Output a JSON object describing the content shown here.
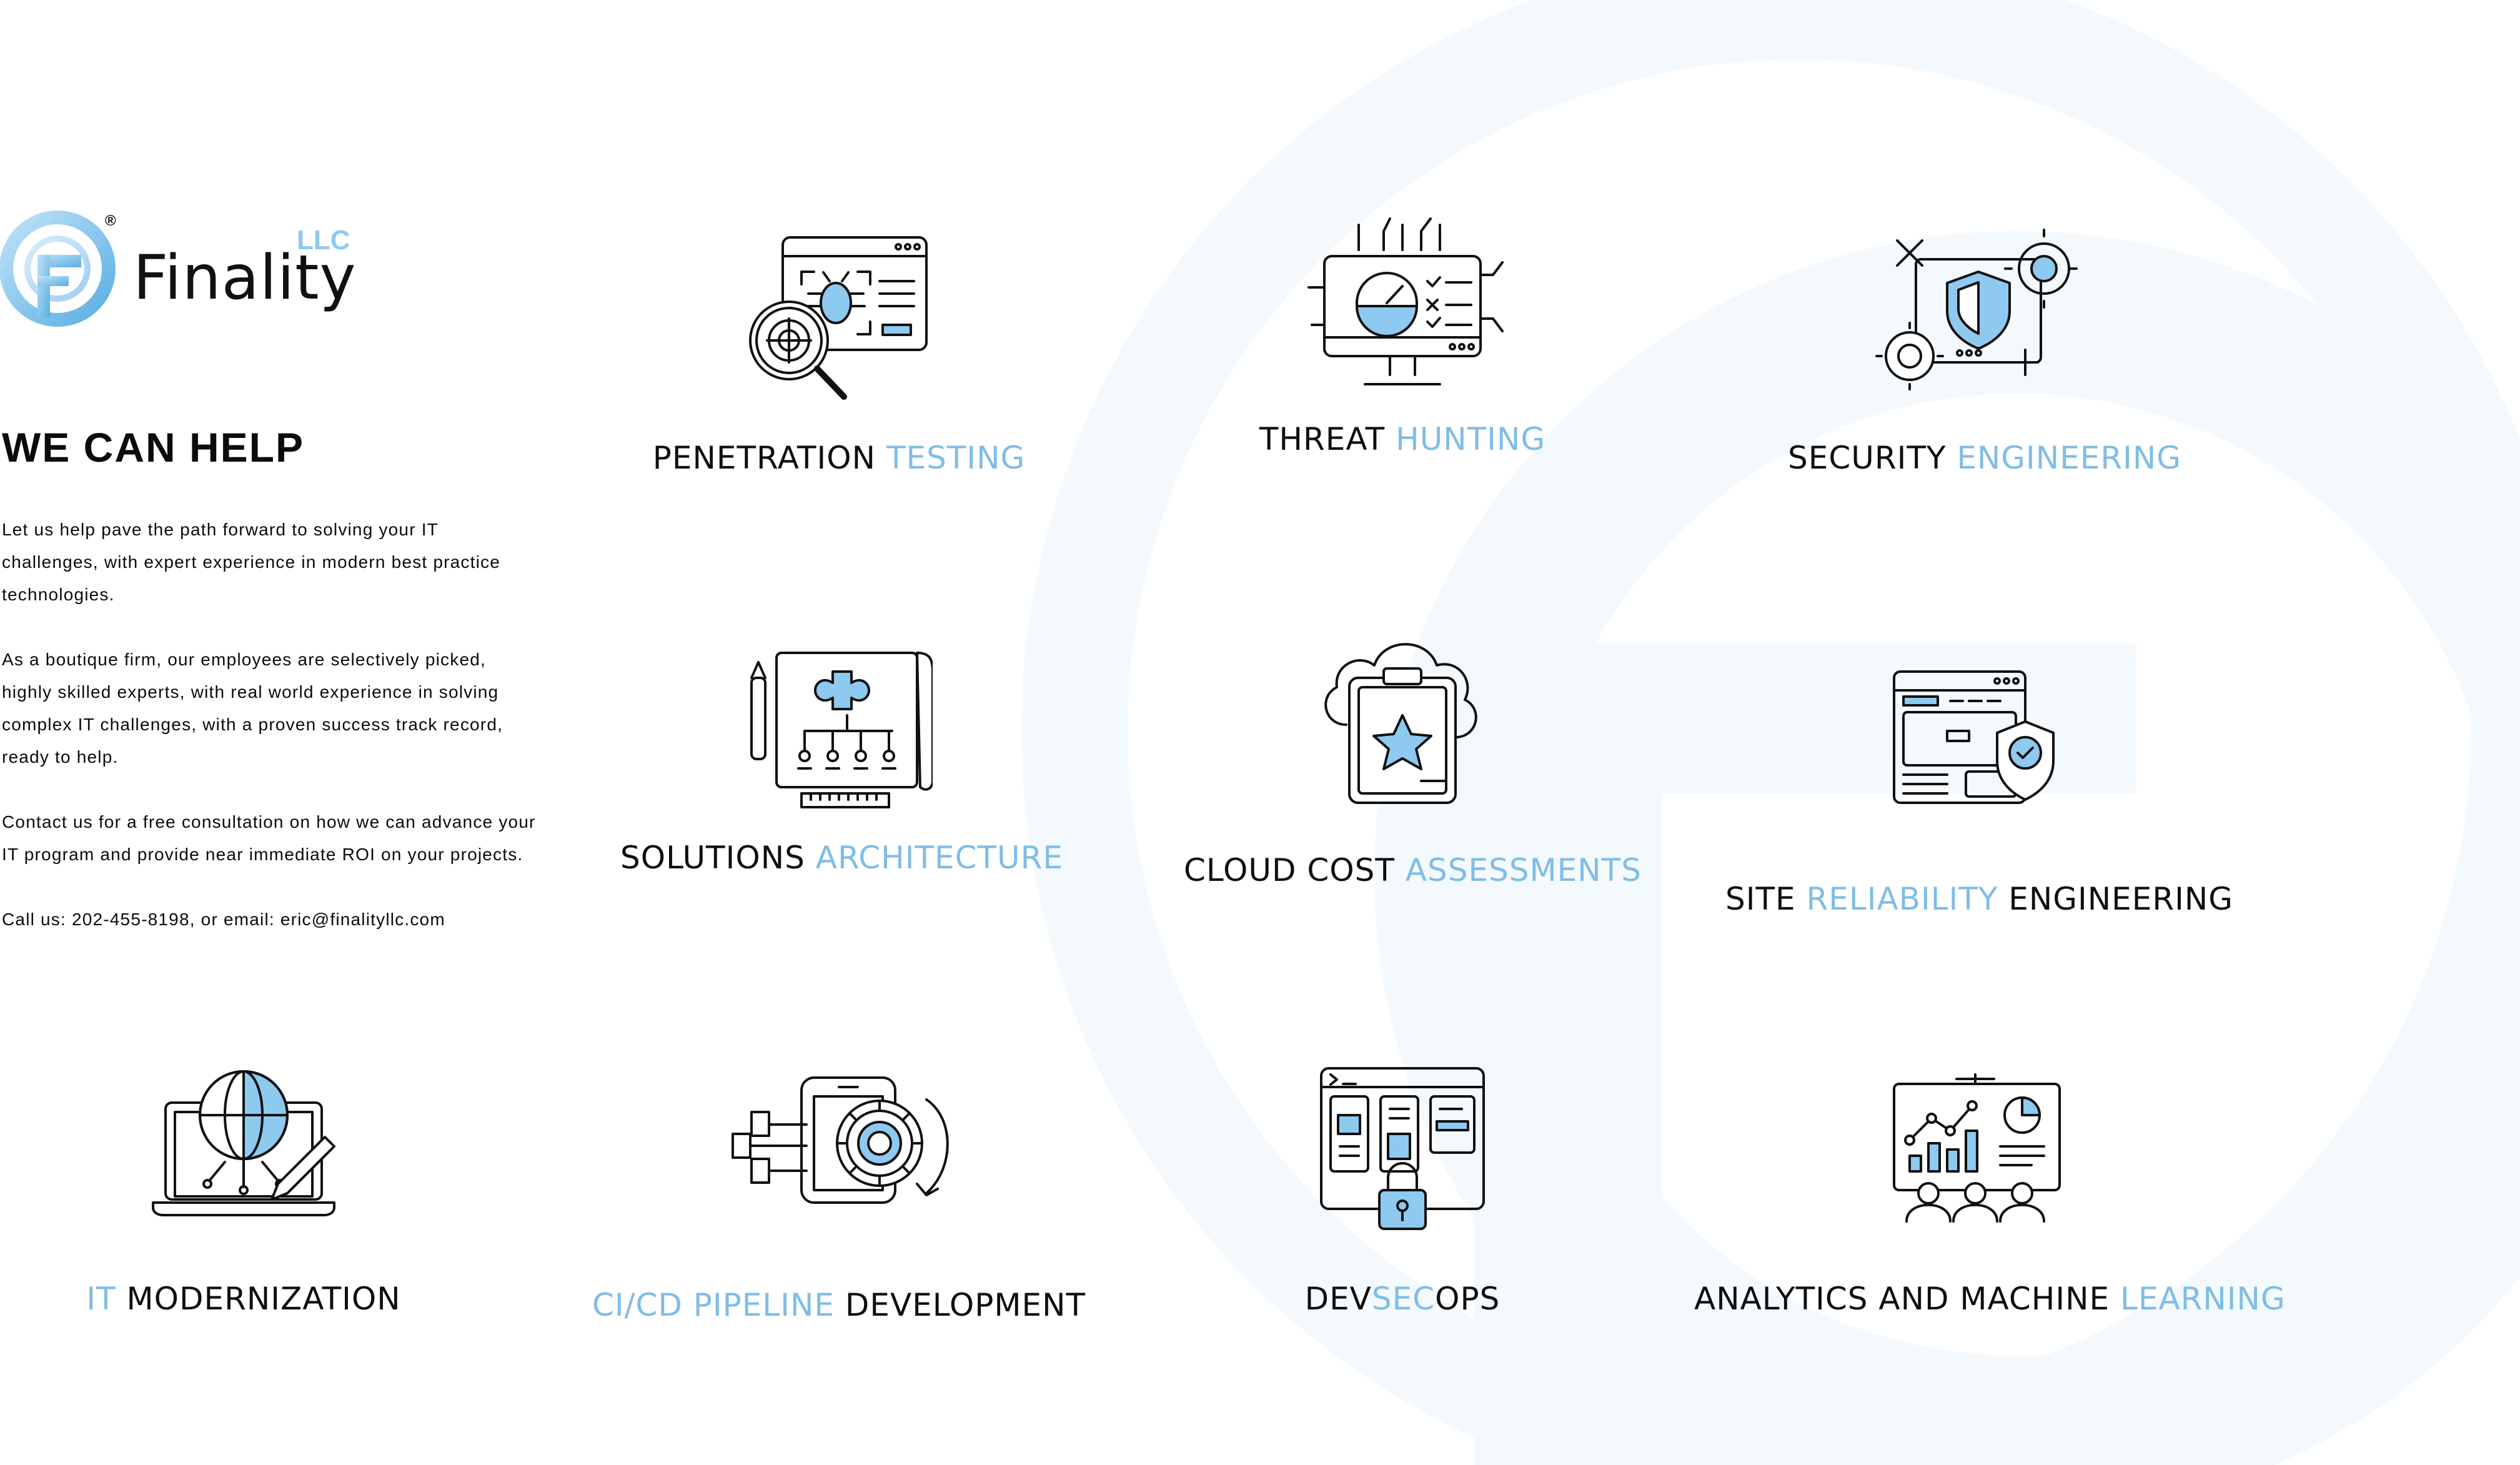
{
  "brand": {
    "name": "Finality",
    "suffix": "LLC",
    "registered_mark": "®",
    "accent_color": "#8ec9ef",
    "text_color": "#111111"
  },
  "intro": {
    "headline": "WE CAN HELP",
    "paragraphs": [
      "Let us help pave the path forward to solving your IT challenges, with expert experience in modern best practice technologies.",
      "As a boutique firm, our employees are selectively picked, highly skilled experts, with real world experience in solving complex IT challenges, with a proven success track record, ready to help.",
      "Contact us for a free consultation on how we can advance your IT program and provide near immediate ROI on your projects.",
      "Call us: 202-455-8198, or email: eric@finalityllc.com"
    ]
  },
  "services": [
    {
      "icon": "penetration-testing-icon",
      "label_dark": "PENETRATION ",
      "label_light": "TESTING",
      "label_tail": ""
    },
    {
      "icon": "threat-hunting-icon",
      "label_dark": "THREAT ",
      "label_light": "HUNTING",
      "label_tail": ""
    },
    {
      "icon": "security-engineering-icon",
      "label_dark": "SECURITY ",
      "label_light": "ENGINEERING",
      "label_tail": ""
    },
    {
      "icon": "solutions-architecture-icon",
      "label_dark": "SOLUTIONS ",
      "label_light": "ARCHITECTURE",
      "label_tail": ""
    },
    {
      "icon": "cloud-cost-icon",
      "label_dark": "CLOUD COST ",
      "label_light": "ASSESSMENTS",
      "label_tail": ""
    },
    {
      "icon": "site-reliability-icon",
      "label_dark": "SITE ",
      "label_light": "RELIABILITY",
      "label_tail": " ENGINEERING"
    },
    {
      "icon": "it-modernization-icon",
      "label_dark": "",
      "label_light": "IT",
      "label_tail": " MODERNIZATION"
    },
    {
      "icon": "cicd-pipeline-icon",
      "label_dark": "",
      "label_light": "CI/CD PIPELINE",
      "label_tail": " DEVELOPMENT"
    },
    {
      "icon": "devsecops-icon",
      "label_dark": "DEV",
      "label_light": "SEC",
      "label_tail": "OPS"
    },
    {
      "icon": "analytics-icon",
      "label_dark": "ANALYTICS AND MACHINE ",
      "label_light": "LEARNING",
      "label_tail": ""
    }
  ],
  "colors": {
    "highlight": "#7fbde6",
    "icon_fill": "#8ec9ef",
    "watermark": "#f4f9fd"
  }
}
